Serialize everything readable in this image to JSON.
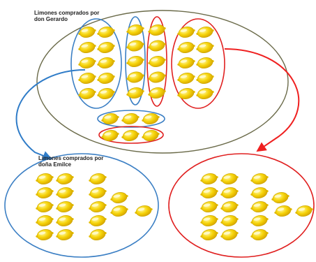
{
  "captions": {
    "top": "Limones comprados por\ndon Gerardo",
    "bottom": "Limones comprados por\ndoña Emilce"
  },
  "item": {
    "name": "limón",
    "color": "#f6d40a",
    "highlight": "#fff5a0",
    "outline": "#c9a400"
  },
  "colors": {
    "blue": "#3b7fc4",
    "red": "#e02020",
    "olive": "#6b6b4a",
    "arrow_blue": "#2f7cc8",
    "arrow_red": "#ef2020"
  }
}
